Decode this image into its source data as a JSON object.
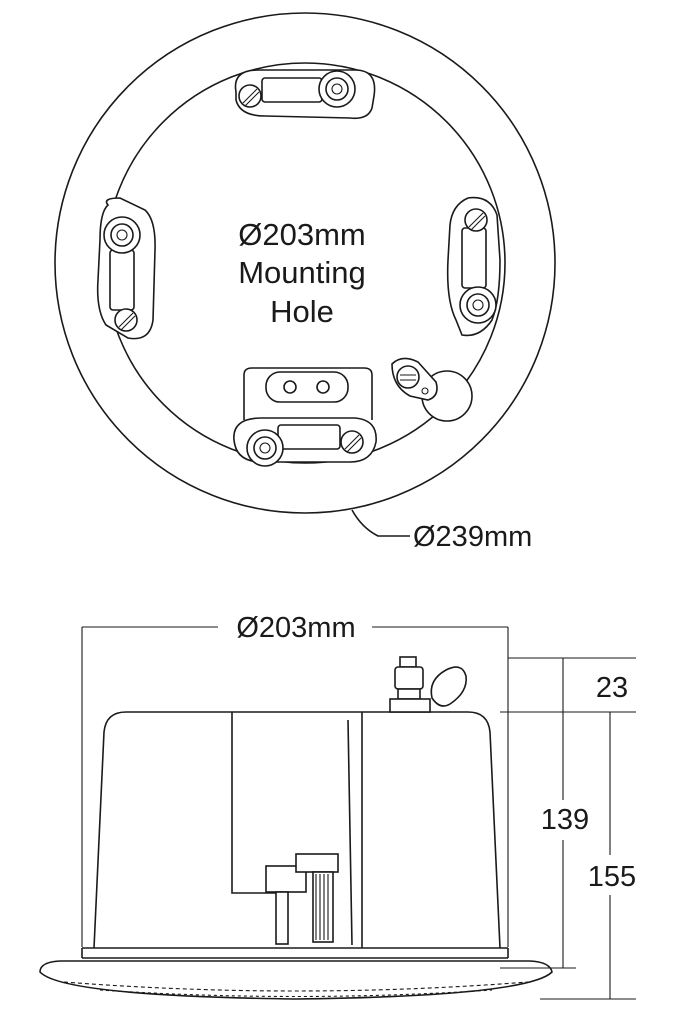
{
  "top_view": {
    "hole_label_line1": "Ø203mm",
    "hole_label_line2": "Mounting",
    "hole_label_line3": "Hole",
    "outer_label": "Ø239mm"
  },
  "side_view": {
    "width_label": "Ø203mm",
    "dim_top": "23",
    "dim_body": "139",
    "dim_total": "155"
  }
}
